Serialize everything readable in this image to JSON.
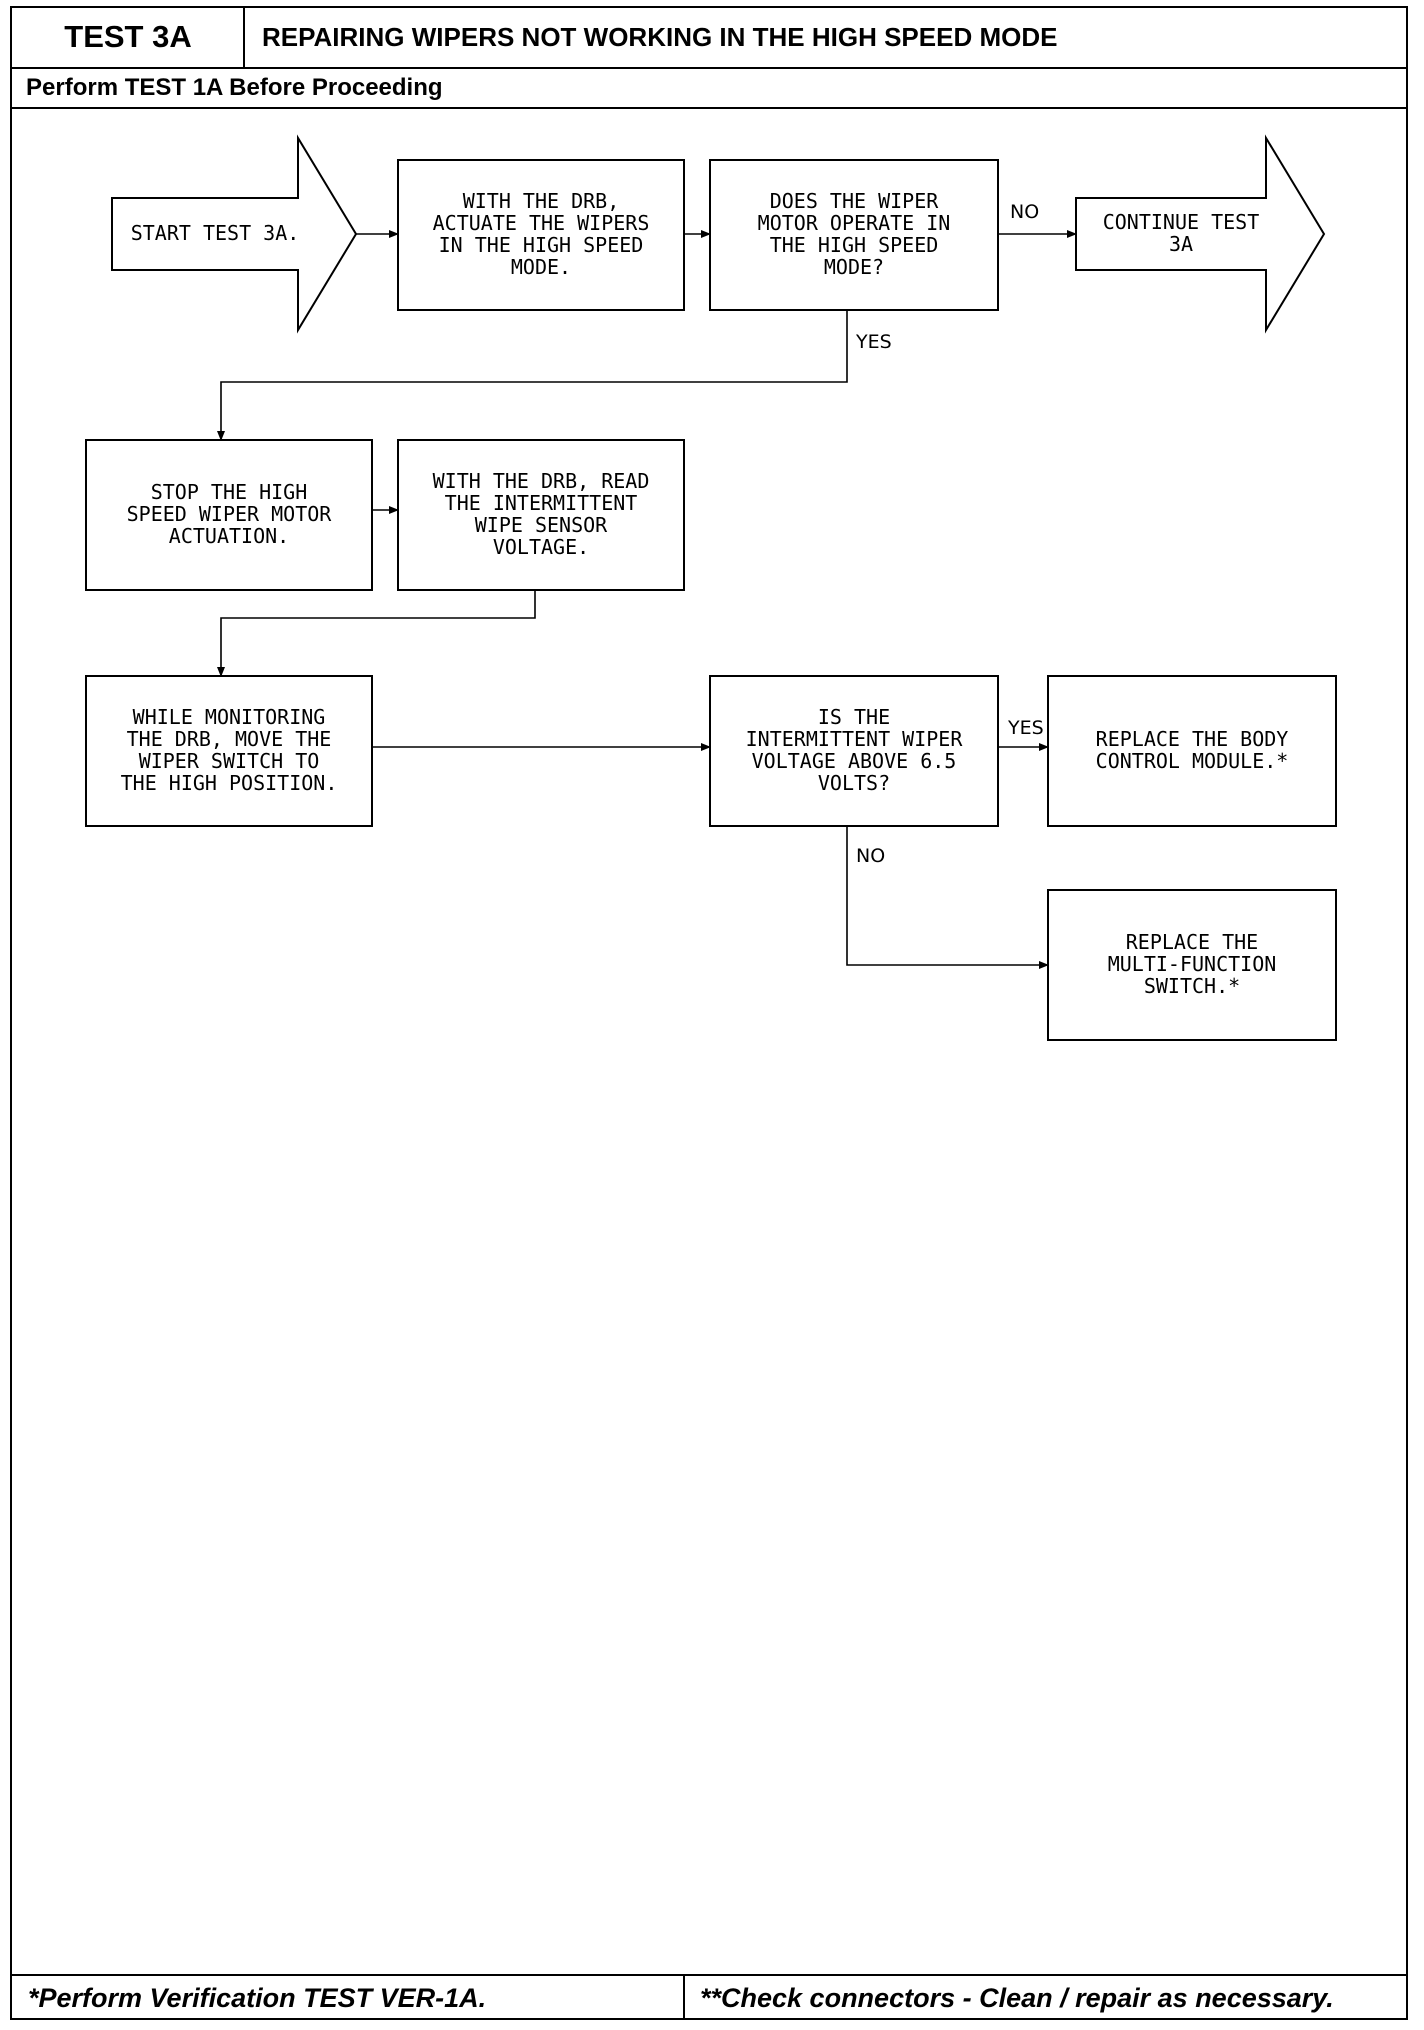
{
  "header": {
    "test_id": "TEST 3A",
    "title": "REPAIRING WIPERS NOT WORKING IN THE HIGH SPEED MODE",
    "prerequisite": "Perform TEST 1A Before Proceeding"
  },
  "footer": {
    "left_note": "*Perform Verification TEST VER-1A.",
    "right_note": "**Check connectors - Clean / repair as necessary."
  },
  "flowchart": {
    "nodes": [
      {
        "id": "start",
        "kind": "arrow",
        "lines": [
          "START TEST 3A."
        ]
      },
      {
        "id": "actuate",
        "kind": "box",
        "lines": [
          "WITH THE DRB,",
          "ACTUATE THE WIPERS",
          "IN THE HIGH SPEED",
          "MODE."
        ]
      },
      {
        "id": "operate_q",
        "kind": "box",
        "lines": [
          "DOES THE WIPER",
          "MOTOR OPERATE IN",
          "THE HIGH SPEED",
          "MODE?"
        ]
      },
      {
        "id": "continue",
        "kind": "arrow",
        "lines": [
          "CONTINUE TEST",
          "3A"
        ]
      },
      {
        "id": "stop",
        "kind": "box",
        "lines": [
          "STOP THE HIGH",
          "SPEED WIPER MOTOR",
          "ACTUATION."
        ]
      },
      {
        "id": "read_voltage",
        "kind": "box",
        "lines": [
          "WITH THE DRB, READ",
          "THE INTERMITTENT",
          "WIPE SENSOR",
          "VOLTAGE."
        ]
      },
      {
        "id": "monitor",
        "kind": "box",
        "lines": [
          "WHILE MONITORING",
          "THE DRB, MOVE THE",
          "WIPER SWITCH TO",
          "THE HIGH POSITION."
        ]
      },
      {
        "id": "voltage_q",
        "kind": "box",
        "lines": [
          "IS THE",
          "INTERMITTENT WIPER",
          "VOLTAGE ABOVE 6.5",
          "VOLTS?"
        ]
      },
      {
        "id": "replace_bcm",
        "kind": "box",
        "lines": [
          "REPLACE THE BODY",
          "CONTROL MODULE.*"
        ]
      },
      {
        "id": "replace_mfs",
        "kind": "box",
        "lines": [
          "REPLACE THE",
          "MULTI-FUNCTION",
          "SWITCH.*"
        ]
      }
    ],
    "edges": [
      {
        "from": "start",
        "to": "actuate",
        "label": ""
      },
      {
        "from": "actuate",
        "to": "operate_q",
        "label": ""
      },
      {
        "from": "operate_q",
        "to": "continue",
        "label": "NO"
      },
      {
        "from": "operate_q",
        "to": "stop",
        "label": "YES"
      },
      {
        "from": "stop",
        "to": "read_voltage",
        "label": ""
      },
      {
        "from": "read_voltage",
        "to": "monitor",
        "label": ""
      },
      {
        "from": "monitor",
        "to": "voltage_q",
        "label": ""
      },
      {
        "from": "voltage_q",
        "to": "replace_bcm",
        "label": "YES"
      },
      {
        "from": "voltage_q",
        "to": "replace_mfs",
        "label": "NO"
      }
    ]
  }
}
